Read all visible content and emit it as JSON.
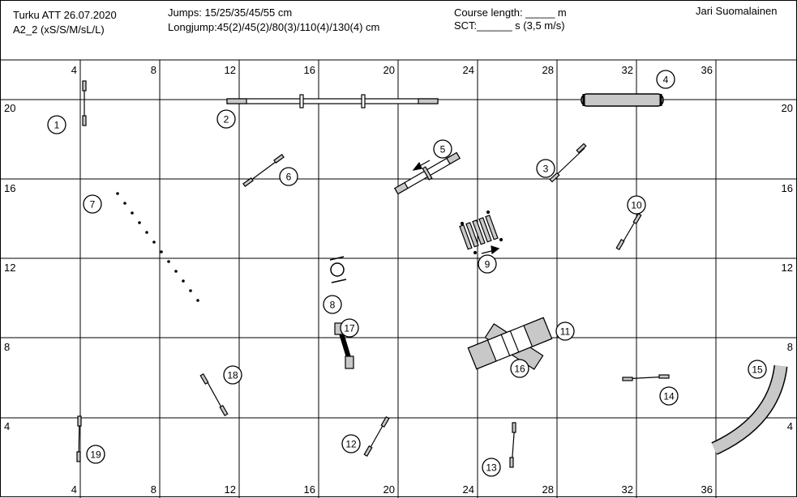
{
  "header": {
    "event": "Turku ATT 26.07.2020",
    "class": "A2_2 (xS/S/M/sL/L)",
    "jumps": "Jumps: 15/25/35/45/55 cm",
    "longjump": "Longjump:45(2)/45(2)/80(3)/110(4)/130(4) cm",
    "course_length": "Course length: _____ m",
    "sct": "SCT:______ s (3,5 m/s)",
    "judge": "Jari Suomalainen"
  },
  "grid": {
    "top_labels": [
      "4",
      "8",
      "12",
      "16",
      "20",
      "24",
      "28",
      "32",
      "36"
    ],
    "bottom_labels": [
      "4",
      "8",
      "12",
      "16",
      "20",
      "24",
      "28",
      "32",
      "36"
    ],
    "left_labels": [
      "20",
      "16",
      "12",
      "8",
      "4"
    ],
    "right_labels": [
      "20",
      "16",
      "12",
      "8",
      "4"
    ]
  },
  "numbers": [
    "1",
    "2",
    "3",
    "4",
    "5",
    "6",
    "7",
    "8",
    "9",
    "10",
    "11",
    "12",
    "13",
    "14",
    "15",
    "16",
    "17",
    "18",
    "19"
  ],
  "colors": {
    "obstacle_fill": "#c8c8c8",
    "line": "#000000"
  }
}
